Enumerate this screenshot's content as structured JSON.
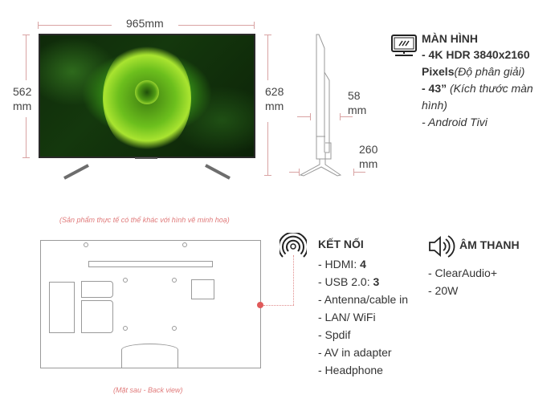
{
  "front_view": {
    "width_label": "965mm",
    "screen_height_value": "562",
    "screen_height_unit": "mm",
    "total_height_value": "628",
    "total_height_unit": "mm"
  },
  "side_view": {
    "depth_value": "58",
    "depth_unit": "mm",
    "stand_depth_value": "260",
    "stand_depth_unit": "mm"
  },
  "disclaimer": "(Sản phẩm thực tế có thể khác với hình vẽ minh hoạ)",
  "back_view_caption": "(Mặt sau - Back view)",
  "display_section": {
    "icon": "monitor-icon",
    "title": "MÀN HÌNH",
    "resolution_bold": "- 4K HDR 3840x2160",
    "resolution_bold_2": "Pixels",
    "resolution_note": "(Độ phân giải)",
    "size_bold": "- 43”",
    "size_note_1": " (Kích thước màn",
    "size_note_2": "hình)",
    "os": "- Android Tivi"
  },
  "connectivity_section": {
    "icon": "signal-icon",
    "title": "KẾT NỐI",
    "items": [
      {
        "label": "- HDMI: ",
        "value": "4"
      },
      {
        "label": "- USB 2.0: ",
        "value": "3"
      },
      {
        "label": "- Antenna/cable in",
        "value": ""
      },
      {
        "label": "- LAN/ WiFi",
        "value": ""
      },
      {
        "label": "- Spdif",
        "value": ""
      },
      {
        "label": "- AV in adapter",
        "value": ""
      },
      {
        "label": "- Headphone",
        "value": ""
      }
    ]
  },
  "audio_section": {
    "icon": "speaker-icon",
    "title": "ÂM THANH",
    "items": [
      "- ClearAudio+",
      "- 20W"
    ]
  },
  "colors": {
    "accent": "#e05a5a",
    "dimension_line": "#d9a3a3",
    "text": "#333333"
  }
}
